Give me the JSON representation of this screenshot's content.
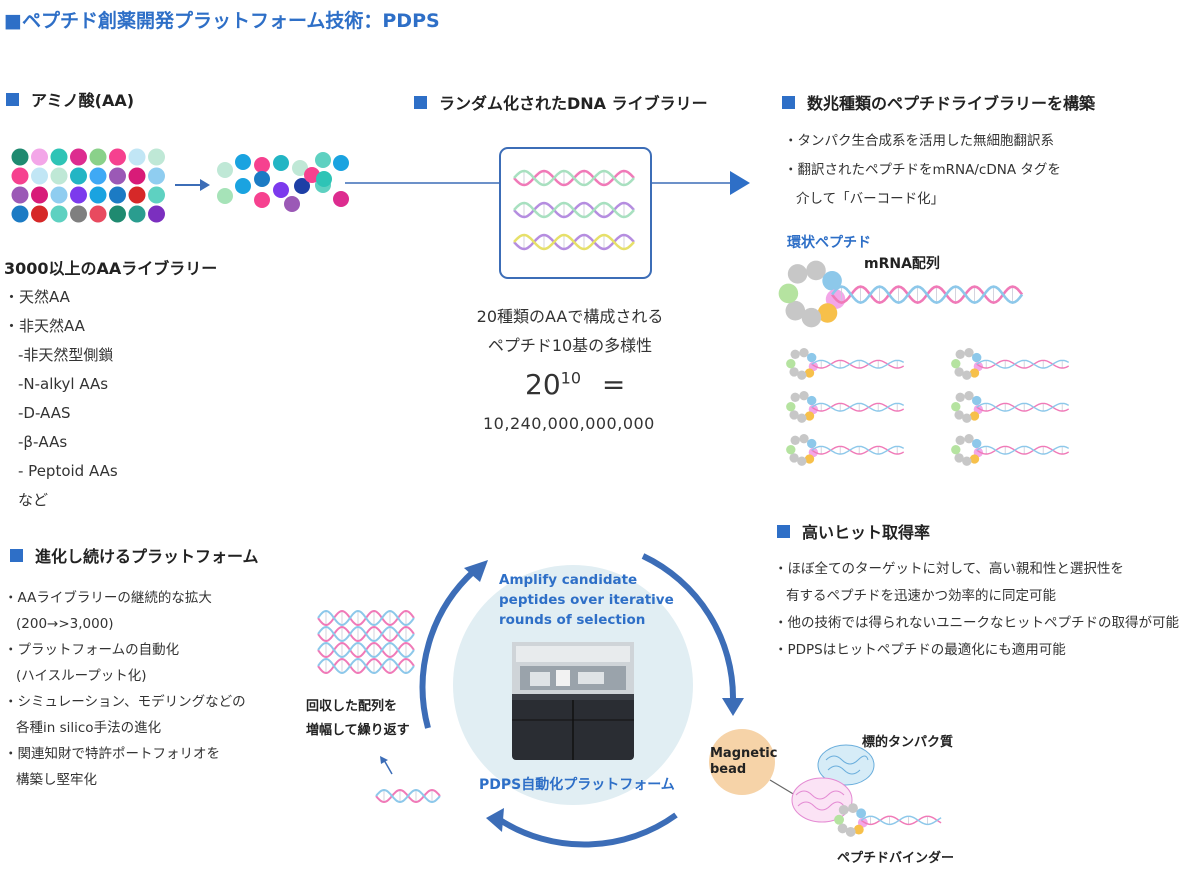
{
  "title": "■ペプチド創薬開発プラットフォーム技術：PDPS",
  "sections": {
    "aa": {
      "heading": "アミノ酸(AA)",
      "library_title": "3000以上のAAライブラリー",
      "items": [
        "・天然AA",
        "・非天然AA",
        "-非天然型側鎖",
        "-N-alkyl AAs",
        "-D-AAS",
        "-β-AAs",
        "- Peptoid AAs",
        "など"
      ]
    },
    "dna": {
      "heading": "ランダム化されたDNA ライブラリー",
      "desc_line1": "20種類のAAで構成される",
      "desc_line2": "ペプチド10基の多様性",
      "formula_base": "20",
      "formula_exp": "10",
      "formula_eq": "=",
      "formula_result": "10,240,000,000,000"
    },
    "peptide_library": {
      "heading": "数兆種類のペプチドライブラリーを構築",
      "bullets": [
        "・タンパク生合成系を活用した無細胞翻訳系",
        "・翻訳されたペプチドをmRNA/cDNA タグを",
        "介して「バーコード化」"
      ],
      "cyclic_label": "環状ペプチド",
      "mrna_label": "mRNA配列"
    },
    "evolving": {
      "heading": "進化し続けるプラットフォーム",
      "bullets": [
        "・AAライブラリーの継続的な拡大",
        "(200→>3,000)",
        "・プラットフォームの自動化",
        "(ハイスループット化)",
        "・シミュレーション、モデリングなどの",
        "各種in silico手法の進化",
        "・関連知財で特許ポートフォリオを",
        "構築し堅牢化"
      ]
    },
    "hit_rate": {
      "heading": "高いヒット取得率",
      "bullets": [
        "・ほぼ全てのターゲットに対して、高い親和性と選択性を",
        "有するペプチドを迅速かつ効率的に同定可能",
        "・他の技術では得られないユニークなヒットペプチドの取得が可能",
        "・PDPSはヒットペプチドの最適化にも適用可能"
      ]
    },
    "cycle": {
      "amplify_line1": "Amplify candidate",
      "amplify_line2": "peptides over iterative",
      "amplify_line3": "rounds of selection",
      "platform_label": "PDPS自動化プラットフォーム",
      "recovered_line1": "回収した配列を",
      "recovered_line2": "増幅して繰り返す",
      "bead_line1": "Magnetic",
      "bead_line2": "bead",
      "target_label": "標的タンパク質",
      "binder_label": "ペプチドバインダー"
    }
  },
  "colors": {
    "accent_blue": "#2e6fc7",
    "arrow_blue": "#3c6db7",
    "dna_pink": "#f07ab8",
    "dna_blue": "#8dc8ea",
    "dna_purple": "#b58de0",
    "dna_green": "#a8e0c0",
    "bead_orange": "#f6d3a8",
    "circle_bg": "#e1eef3"
  },
  "icons": [
    "amino-acid-dots",
    "dna-helix",
    "cyclic-peptide",
    "automation-instrument",
    "magnetic-bead",
    "target-protein",
    "cycle-arrow"
  ]
}
